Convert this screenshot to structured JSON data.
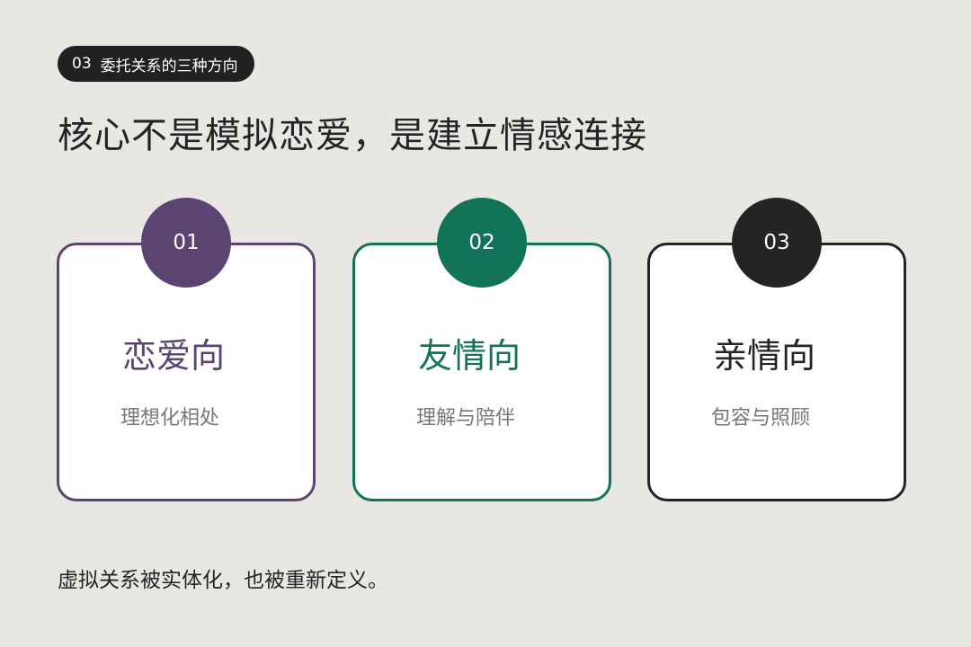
{
  "tag": {
    "number": "03",
    "label": "委托关系的三种方向"
  },
  "title": "核心不是模拟恋爱，是建立情感连接",
  "cards": [
    {
      "number": "01",
      "title": "恋爱向",
      "subtitle": "理想化相处",
      "color": "#5b4472"
    },
    {
      "number": "02",
      "title": "友情向",
      "subtitle": "理解与陪伴",
      "color": "#127457"
    },
    {
      "number": "03",
      "title": "亲情向",
      "subtitle": "包容与照顾",
      "color": "#222524"
    }
  ],
  "footer": "虚拟关系被实体化，也被重新定义。"
}
